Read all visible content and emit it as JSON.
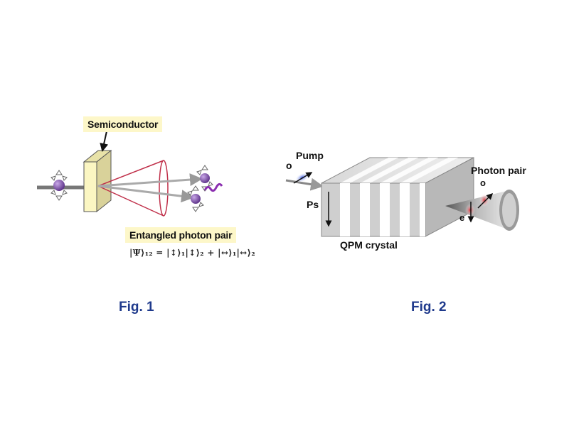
{
  "figure1": {
    "semiconductor_label": "Semiconductor",
    "pair_label": "Entangled photon pair",
    "equation": "|Ψ⟩₁₂ = |↕⟩₁|↕⟩₂ + |↔⟩₁|↔⟩₂",
    "caption": "Fig. 1",
    "colors": {
      "photon": "#7b4fa8",
      "cone": "#c0304a",
      "box": "#fdf7c9",
      "crystal": "#fbf6c2"
    }
  },
  "figure2": {
    "pump_label": "Pump",
    "pump_pol": "o",
    "crystal_label": "QPM crystal",
    "ps_label": "Ps",
    "pair_label": "Photon pair",
    "o_label": "o",
    "e_label": "e",
    "caption": "Fig. 2",
    "colors": {
      "pump": "#3a5be0",
      "emission": "#e03040",
      "caption": "#1f3a8c"
    }
  }
}
